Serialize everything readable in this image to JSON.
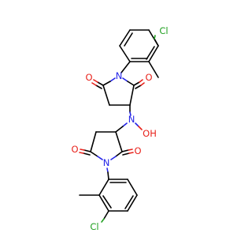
{
  "colors": {
    "background": "#ffffff",
    "bond": "#000000",
    "oxygen": "#e8221b",
    "nitrogen": "#2323e8",
    "chlorine": "#1f9f1f"
  },
  "atoms": {
    "cl_top": "Cl",
    "o_top_left": "O",
    "n_top": "N",
    "o_top_right": "O",
    "n_center": "N",
    "oh_label": "OH",
    "o_bottom_left": "O",
    "n_bottom": "N",
    "o_bottom_right": "O",
    "cl_bottom": "Cl"
  }
}
